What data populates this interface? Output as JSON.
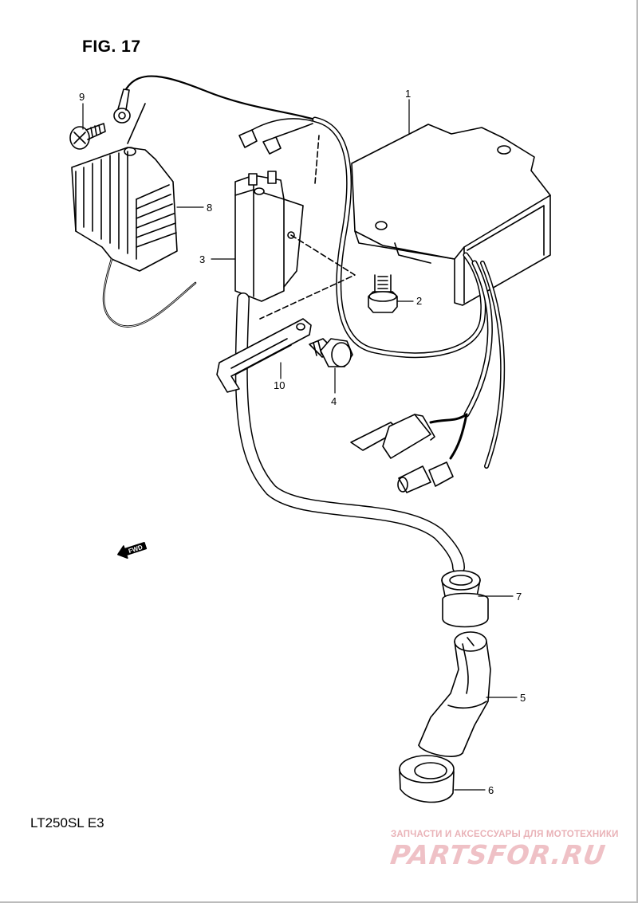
{
  "figure": {
    "title": "FIG. 17",
    "model_code": "LT250SL  E3"
  },
  "parts": [
    {
      "number": "1",
      "part": "ignitor-unit"
    },
    {
      "number": "2",
      "part": "bolt"
    },
    {
      "number": "3",
      "part": "ignition-coil"
    },
    {
      "number": "4",
      "part": "bolt"
    },
    {
      "number": "5",
      "part": "spark-plug-cap"
    },
    {
      "number": "6",
      "part": "cap-cover"
    },
    {
      "number": "7",
      "part": "seal"
    },
    {
      "number": "8",
      "part": "regulator-rectifier"
    },
    {
      "number": "9",
      "part": "screw"
    },
    {
      "number": "10",
      "part": "bracket"
    }
  ],
  "fwd_marker": "FWD",
  "watermark": {
    "subtitle": "ЗАПЧАСТИ И АКСЕССУАРЫ ДЛЯ МОТОТЕХНИКИ",
    "logo": "PARTSFOR.RU"
  },
  "colors": {
    "line": "#000000",
    "background": "#ffffff",
    "watermark": "#efc1c6"
  }
}
